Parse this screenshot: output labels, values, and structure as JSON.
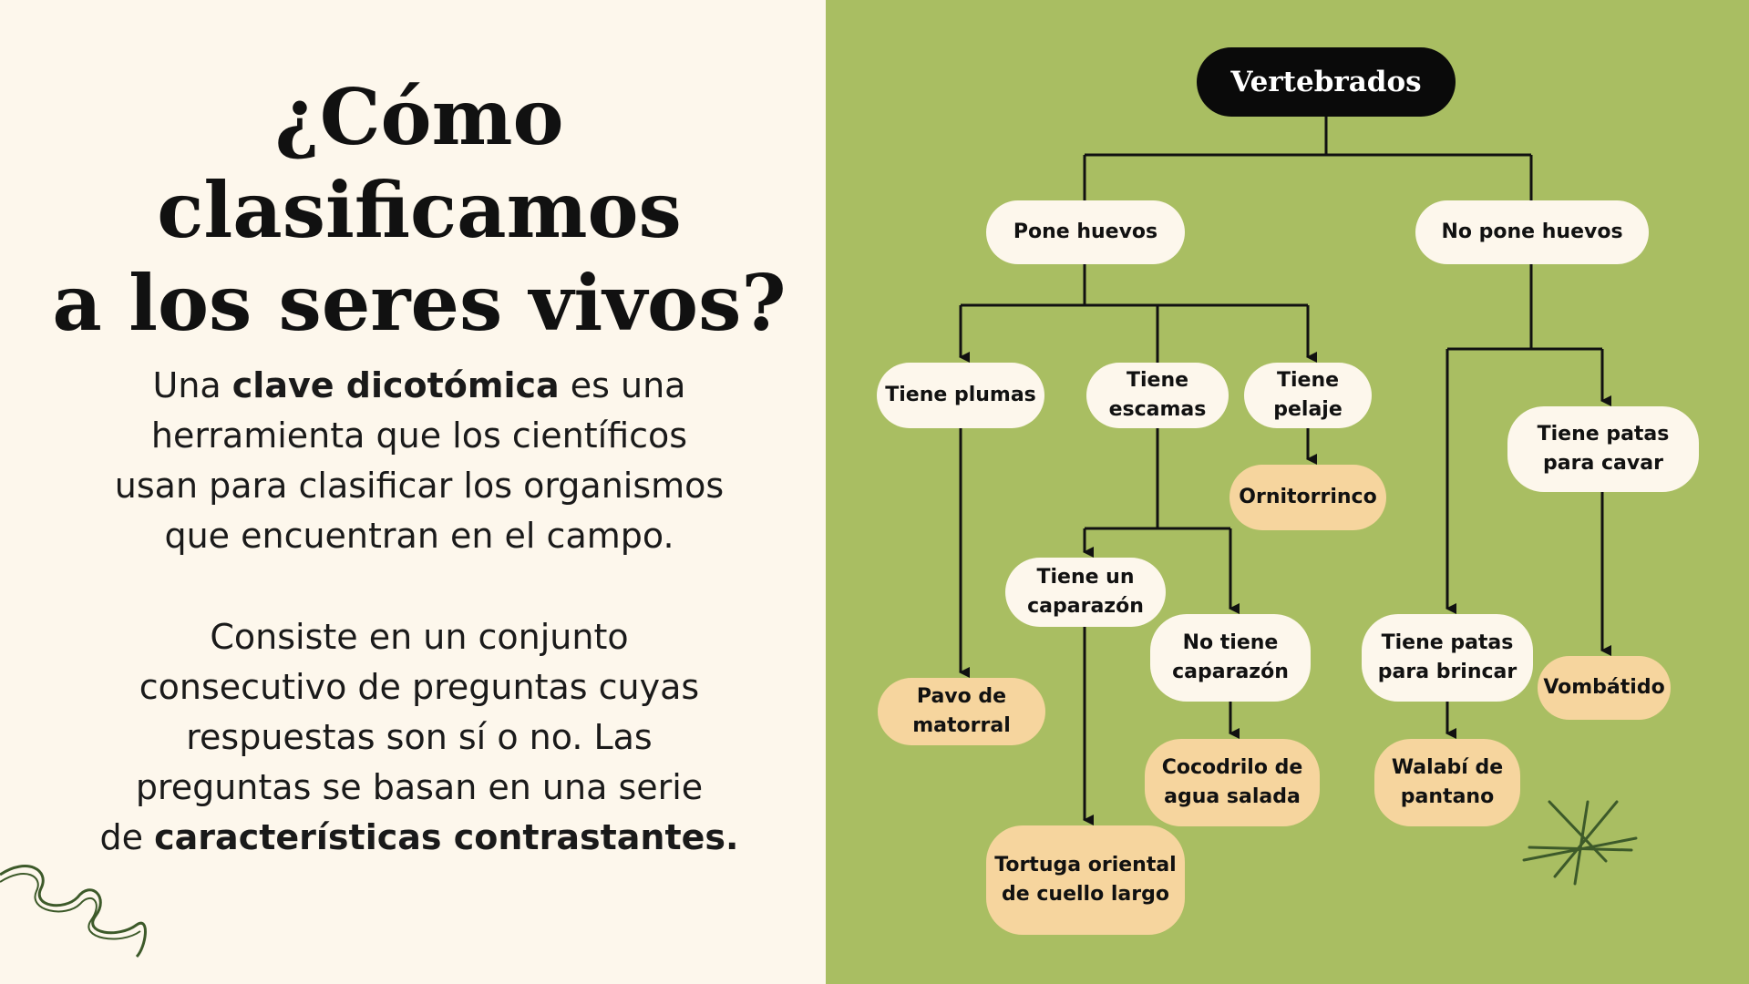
{
  "title": {
    "line1": "¿Cómo",
    "line2": "clasificamos",
    "line3": "a los seres vivos?"
  },
  "para1": {
    "l1_pre": "Una ",
    "l1_bold": "clave dicotómica",
    "l1_post": " es una",
    "l2": "herramienta que los científicos",
    "l3": "usan para clasificar los organismos",
    "l4": "que encuentran en el campo."
  },
  "para2": {
    "l1": "Consiste en un conjunto",
    "l2": "consecutivo de preguntas cuyas",
    "l3": "respuestas son sí o no. Las",
    "l4": "preguntas se basan en una serie",
    "l5_pre": "de ",
    "l5_bold": "características contrastantes."
  },
  "diagram": {
    "root": "Vertebrados",
    "pone_huevos": "Pone huevos",
    "no_pone_huevos": "No pone huevos",
    "tiene_plumas": "Tiene plumas",
    "tiene_escamas": "Tiene\nescamas",
    "tiene_pelaje": "Tiene\npelaje",
    "ornitorrinco": "Ornitorrinco",
    "tiene_patas_cavar": "Tiene patas\npara cavar",
    "tiene_caparazon": "Tiene un\ncaparazón",
    "no_tiene_caparazon": "No tiene\ncaparazón",
    "tiene_patas_brincar": "Tiene patas\npara brincar",
    "vombatido": "Vombátido",
    "pavo": "Pavo de\nmatorral",
    "cocodrilo": "Cocodrilo de\nagua salada",
    "walabi": "Walabí de\npantano",
    "tortuga": "Tortuga oriental\nde cuello largo"
  },
  "colors": {
    "left_bg": "#fdf7ec",
    "right_bg": "#a9be62",
    "question_bg": "#fdf7ec",
    "answer_bg": "#f6d59e",
    "root_bg": "#0a0a0a",
    "accent_line": "#3d5a2a"
  }
}
